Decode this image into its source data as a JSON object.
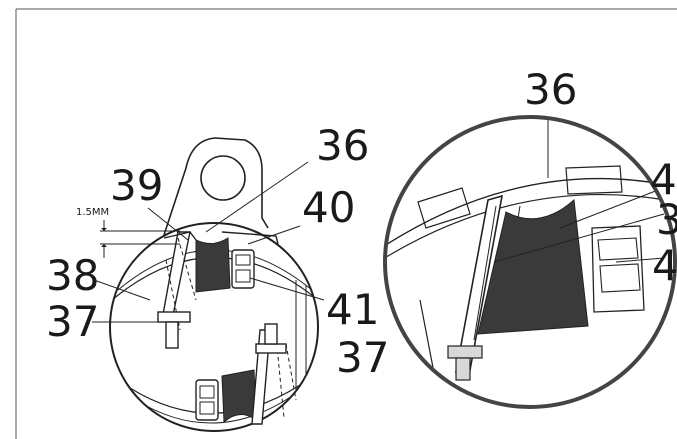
{
  "labels": {
    "left_36": "36",
    "left_39": "39",
    "left_40": "40",
    "left_38": "38",
    "left_37_upper": "37",
    "left_41": "41",
    "left_37_lower": "37",
    "dimension": "1.5MM",
    "detail_36": "36",
    "detail_4_top": "4",
    "detail_3": "3",
    "detail_4_bottom": "4"
  }
}
